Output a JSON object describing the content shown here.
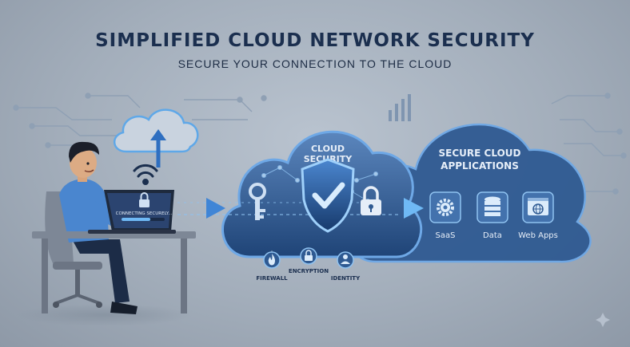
{
  "header": {
    "title": "SIMPLIFIED CLOUD NETWORK SECURITY",
    "subtitle": "SECURE YOUR CONNECTION TO THE CLOUD"
  },
  "laptop": {
    "screen_text": "CONNECTING SECURELY..."
  },
  "security_cloud": {
    "title_line1": "CLOUD",
    "title_line2": "SECURITY",
    "badges": [
      {
        "label": "FIREWALL",
        "icon": "flame-icon"
      },
      {
        "label": "ENCRYPTION",
        "icon": "lock-icon"
      },
      {
        "label": "IDENTITY",
        "icon": "user-icon"
      }
    ]
  },
  "apps_cloud": {
    "title_line1": "SECURE CLOUD",
    "title_line2": "APPLICATIONS",
    "apps": [
      {
        "label": "SaaS",
        "icon": "gear-icon"
      },
      {
        "label": "Data",
        "icon": "database-icon"
      },
      {
        "label": "Web Apps",
        "icon": "globe-icon"
      }
    ]
  },
  "colors": {
    "navy": "#1b2f4f",
    "cloud_blue": "#2f5d96",
    "accent": "#5fa8e8"
  }
}
